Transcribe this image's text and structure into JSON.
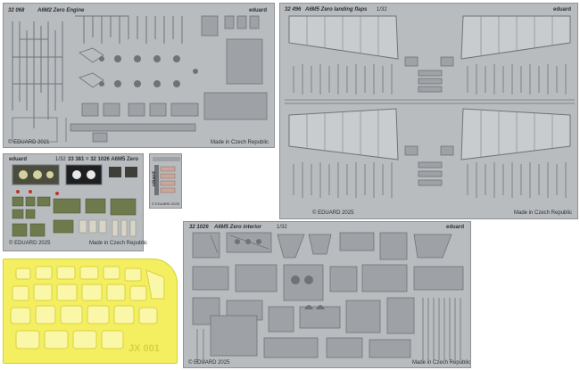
{
  "frets": {
    "engine": {
      "code": "32 068",
      "title": "A6M2 Zero Engine",
      "brand": "eduard",
      "copyright": "© EDUARD 2021",
      "made": "Made in Czech Republic"
    },
    "flaps": {
      "code": "32 496",
      "title": "A6M5 Zero landing flaps",
      "scale": "1/32",
      "brand": "eduard",
      "copyright": "© EDUARD 2025",
      "made": "Made in Czech Republic"
    },
    "color": {
      "brand": "eduard",
      "scale": "1/32",
      "code": "33 381 = 32 1026 A6M5 Zero",
      "copyright": "© EDUARD 2025",
      "made": "Made in Czech Republic"
    },
    "small": {
      "brand": "eduard",
      "copyright": "© EDUARD 2025"
    },
    "interior": {
      "code": "32 1026",
      "title": "A6M5 Zero interior",
      "scale": "1/32",
      "brand": "eduard",
      "copyright": "© EDUARD 2025",
      "made": "Made in Czech Republic"
    },
    "mask": {
      "code": "JX 001"
    }
  },
  "colors": {
    "steel": "#b9bcbf",
    "steel_border": "#8e9296",
    "mask_yellow": "#f3ef61",
    "mask_lines": "#d8d240"
  }
}
